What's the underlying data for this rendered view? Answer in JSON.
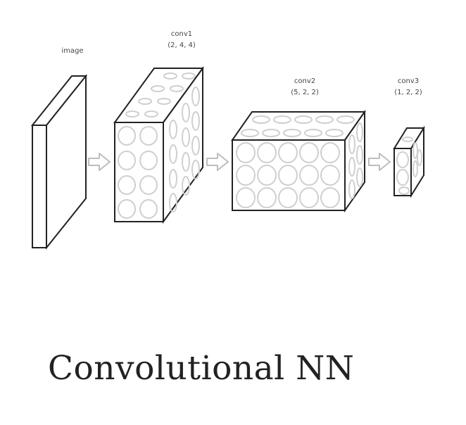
{
  "diagram": {
    "caption": "Convolutional NN",
    "nodes": [
      {
        "id": "image",
        "label": "image",
        "shape": ""
      },
      {
        "id": "conv1",
        "label": "conv1",
        "shape": "(2, 4, 4)"
      },
      {
        "id": "conv2",
        "label": "conv2",
        "shape": "(5, 2, 2)"
      },
      {
        "id": "conv3",
        "label": "conv3",
        "shape": "(1, 2, 2)"
      }
    ],
    "edges": [
      {
        "from": "image",
        "to": "conv1"
      },
      {
        "from": "conv1",
        "to": "conv2"
      },
      {
        "from": "conv2",
        "to": "conv3"
      }
    ],
    "colors": {
      "line": "#222222",
      "neuron": "#cfcfcf",
      "arrow": "#bdbdbd"
    }
  }
}
